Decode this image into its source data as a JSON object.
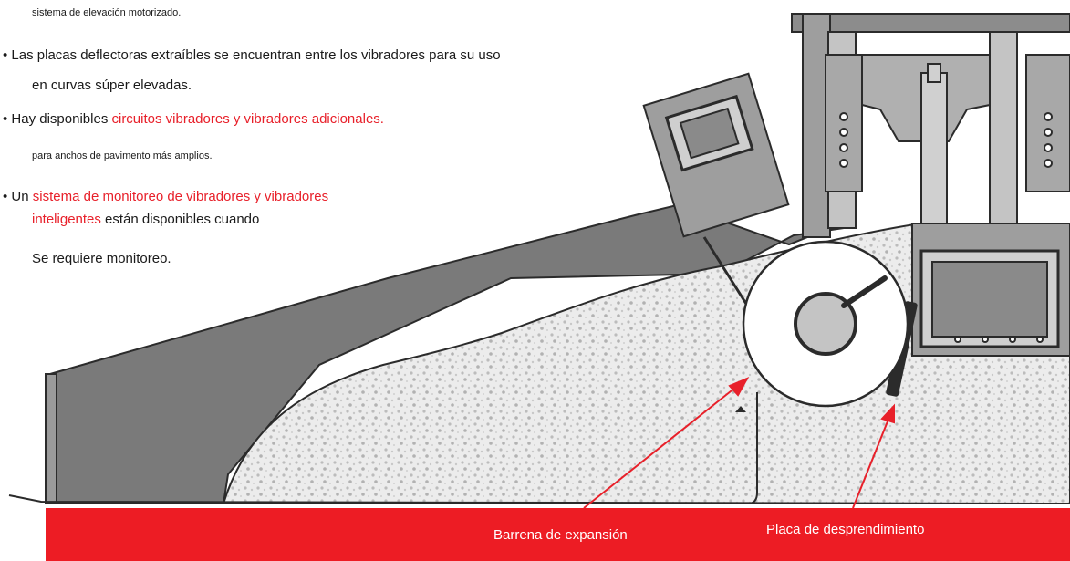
{
  "bullets": {
    "line_1": "sistema de elevación motorizado.",
    "line_2": "• Las placas deflectoras extraíbles se encuentran entre los vibradores para su uso",
    "line_3": "en curvas súper elevadas.",
    "line_4_prefix": "• Hay disponibles ",
    "line_4_highlight": "circuitos vibradores y vibradores adicionales.",
    "line_5": "para anchos de pavimento más amplios.",
    "line_6_prefix": "• Un ",
    "line_6_highlight": "sistema de monitoreo de vibradores y vibradores",
    "line_7_highlight": "inteligentes",
    "line_7_suffix": " están disponibles cuando",
    "line_8": "Se requiere monitoreo."
  },
  "callouts": {
    "auger_label": "Barrena de expansión",
    "strikeoff_label": "Placa de desprendimiento"
  },
  "colors": {
    "highlight": "#e8202a",
    "base_bar": "#ed1c24",
    "steel": "#7a7a7a",
    "steel_light": "#bdbdbd",
    "concrete": "#e6e6e6"
  }
}
